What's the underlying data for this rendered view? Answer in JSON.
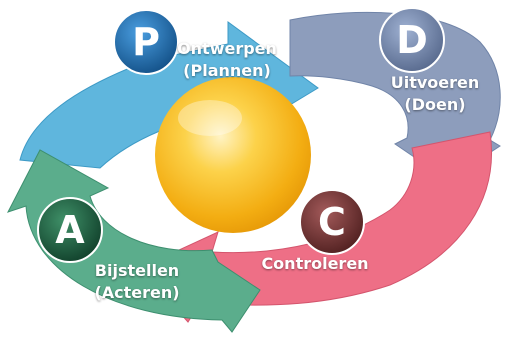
{
  "colors": {
    "plan": "#5fb6dd",
    "do": "#8d9dbc",
    "check": "#ee6f86",
    "act": "#5bad8c",
    "sphere": "#f3ad12",
    "circle_p": "#1868a8",
    "circle_d": "#6a7ea3",
    "circle_c": "#6b2f2f",
    "circle_a": "#1b5a3d"
  },
  "phases": {
    "plan": {
      "letter": "P",
      "line1": "Ontwerpen",
      "line2": "(Plannen)"
    },
    "do": {
      "letter": "D",
      "line1": "Uitvoeren",
      "line2": "(Doen)"
    },
    "check": {
      "letter": "C",
      "line1": "Controleren",
      "line2": ""
    },
    "act": {
      "letter": "A",
      "line1": "Bijstellen",
      "line2": "(Acteren)"
    }
  }
}
